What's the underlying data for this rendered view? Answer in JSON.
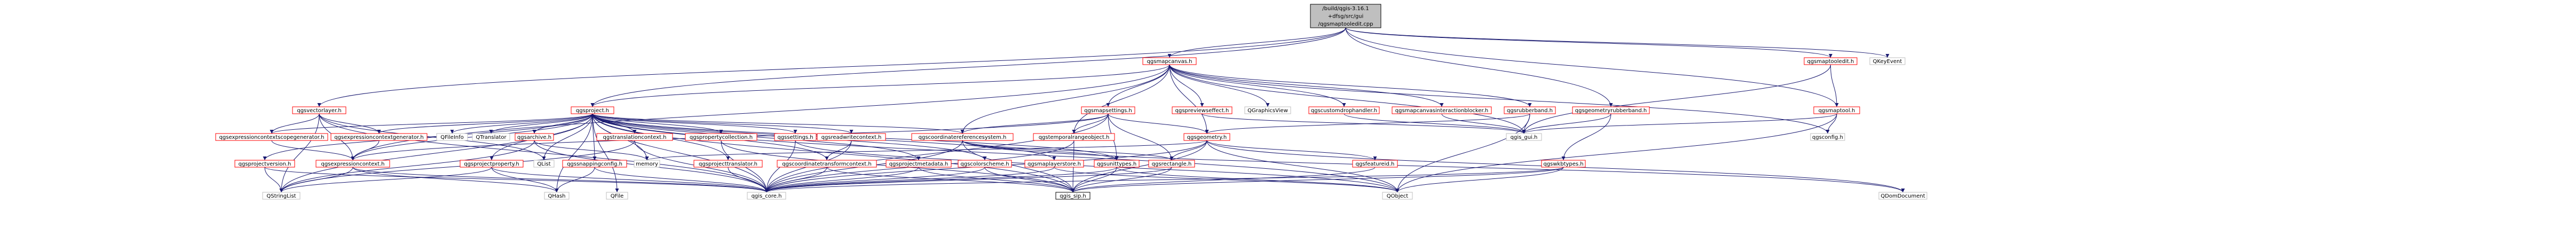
{
  "colors": {
    "edge": "#191970",
    "root_fill": "#bfbfbf",
    "root_stroke": "#000000",
    "internal_stroke": "#ff0000",
    "external_stroke": "#bfbfbf",
    "text": "#000000",
    "node_fill": "#ffffff"
  },
  "nodes": [
    {
      "id": "root",
      "lines": [
        "/build/qgis-3.16.1",
        "+dfsg/src/gui",
        "/qgsmaptooledit.cpp"
      ],
      "kind": "root"
    },
    {
      "id": "qgsmapcanvas",
      "lines": [
        "qgsmapcanvas.h"
      ],
      "kind": "internal"
    },
    {
      "id": "qgsmaptooledit",
      "lines": [
        "qgsmaptooledit.h"
      ],
      "kind": "internal"
    },
    {
      "id": "qkeyevent",
      "lines": [
        "QKeyEvent"
      ],
      "kind": "external"
    },
    {
      "id": "qgsvectorlayer",
      "lines": [
        "qgsvectorlayer.h"
      ],
      "kind": "internal"
    },
    {
      "id": "qgsproject",
      "lines": [
        "qgsproject.h"
      ],
      "kind": "internal"
    },
    {
      "id": "qgsmapsettings",
      "lines": [
        "qgsmapsettings.h"
      ],
      "kind": "internal"
    },
    {
      "id": "qgspreviewseffect",
      "lines": [
        "qgspreviewseffect.h"
      ],
      "kind": "internal"
    },
    {
      "id": "qgraphicsview",
      "lines": [
        "QGraphicsView"
      ],
      "kind": "external"
    },
    {
      "id": "qgscustomdrophandler",
      "lines": [
        "qgscustomdrophandler.h"
      ],
      "kind": "internal"
    },
    {
      "id": "qgsmapcanvasinteractionblocker",
      "lines": [
        "qgsmapcanvasinteractionblocker.h"
      ],
      "kind": "internal"
    },
    {
      "id": "qgsrubberband",
      "lines": [
        "qgsrubberband.h"
      ],
      "kind": "internal"
    },
    {
      "id": "qgsgeometryrubberband",
      "lines": [
        "qgsgeometryrubberband.h"
      ],
      "kind": "internal"
    },
    {
      "id": "qgsmaptool",
      "lines": [
        "qgsmaptool.h"
      ],
      "kind": "internal"
    },
    {
      "id": "qgsexpressioncontextscopegenerator",
      "lines": [
        "qgsexpressioncontextscopegenerator.h"
      ],
      "kind": "internal"
    },
    {
      "id": "qgsexpressioncontextgenerator",
      "lines": [
        "qgsexpressioncontextgenerator.h"
      ],
      "kind": "internal"
    },
    {
      "id": "qfileinfo",
      "lines": [
        "QFileInfo"
      ],
      "kind": "external"
    },
    {
      "id": "qtranslator",
      "lines": [
        "QTranslator"
      ],
      "kind": "external"
    },
    {
      "id": "qgsarchive",
      "lines": [
        "qgsarchive.h"
      ],
      "kind": "internal"
    },
    {
      "id": "qgstranslationcontext",
      "lines": [
        "qgstranslationcontext.h"
      ],
      "kind": "internal"
    },
    {
      "id": "qgspropertycollection",
      "lines": [
        "qgspropertycollection.h"
      ],
      "kind": "internal"
    },
    {
      "id": "qgssettings",
      "lines": [
        "qgssettings.h"
      ],
      "kind": "internal"
    },
    {
      "id": "qgsreadwritecontext",
      "lines": [
        "qgsreadwritecontext.h"
      ],
      "kind": "internal"
    },
    {
      "id": "qgscoordinatereferencesystem",
      "lines": [
        "qgscoordinatereferencesystem.h"
      ],
      "kind": "internal"
    },
    {
      "id": "qgstemporalrangeobject",
      "lines": [
        "qgstemporalrangeobject.h"
      ],
      "kind": "internal"
    },
    {
      "id": "qgsgeometry",
      "lines": [
        "qgsgeometry.h"
      ],
      "kind": "internal"
    },
    {
      "id": "qgs_gui",
      "lines": [
        "qgis_gui.h"
      ],
      "kind": "external"
    },
    {
      "id": "qgsconfig",
      "lines": [
        "qgsconfig.h"
      ],
      "kind": "external"
    },
    {
      "id": "qgsprojectversion",
      "lines": [
        "qgsprojectversion.h"
      ],
      "kind": "internal"
    },
    {
      "id": "qgsexpressioncontext",
      "lines": [
        "qgsexpressioncontext.h"
      ],
      "kind": "internal"
    },
    {
      "id": "qgsprojectproperty",
      "lines": [
        "qgsprojectproperty.h"
      ],
      "kind": "internal"
    },
    {
      "id": "qlist",
      "lines": [
        "QList"
      ],
      "kind": "external"
    },
    {
      "id": "qgssnappingconfig",
      "lines": [
        "qgssnappingconfig.h"
      ],
      "kind": "internal"
    },
    {
      "id": "memory",
      "lines": [
        "memory"
      ],
      "kind": "external"
    },
    {
      "id": "qgsprojecttranslator",
      "lines": [
        "qgsprojecttranslator.h"
      ],
      "kind": "internal"
    },
    {
      "id": "qgscoordinatetransformcontext",
      "lines": [
        "qgscoordinatetransformcontext.h"
      ],
      "kind": "internal"
    },
    {
      "id": "qgsprojectmetadata",
      "lines": [
        "qgsprojectmetadata.h"
      ],
      "kind": "internal"
    },
    {
      "id": "qgscolorscheme",
      "lines": [
        "qgscolorscheme.h"
      ],
      "kind": "internal"
    },
    {
      "id": "qgsmaplayerstore",
      "lines": [
        "qgsmaplayerstore.h"
      ],
      "kind": "internal"
    },
    {
      "id": "qgsunittypes",
      "lines": [
        "qgsunittypes.h"
      ],
      "kind": "internal"
    },
    {
      "id": "qgsrectangle",
      "lines": [
        "qgsrectangle.h"
      ],
      "kind": "internal"
    },
    {
      "id": "qgsfeatureid",
      "lines": [
        "qgsfeatureid.h"
      ],
      "kind": "internal"
    },
    {
      "id": "qgswkbtypes",
      "lines": [
        "qgswkbtypes.h"
      ],
      "kind": "internal"
    },
    {
      "id": "qstringlist",
      "lines": [
        "QStringList"
      ],
      "kind": "external"
    },
    {
      "id": "qhash",
      "lines": [
        "QHash"
      ],
      "kind": "external"
    },
    {
      "id": "qfile",
      "lines": [
        "QFile"
      ],
      "kind": "external"
    },
    {
      "id": "qgis_core",
      "lines": [
        "qgis_core.h"
      ],
      "kind": "external"
    },
    {
      "id": "qgis_sip",
      "lines": [
        "qgis_sip.h"
      ],
      "kind": "external_dark"
    },
    {
      "id": "qobject",
      "lines": [
        "QObject"
      ],
      "kind": "external"
    },
    {
      "id": "qdomdocument",
      "lines": [
        "QDomDocument"
      ],
      "kind": "external"
    }
  ],
  "edges": [
    [
      "root",
      "qgsmapcanvas"
    ],
    [
      "root",
      "qgsmaptooledit"
    ],
    [
      "root",
      "qkeyevent"
    ],
    [
      "root",
      "qgsvectorlayer"
    ],
    [
      "root",
      "qgsproject"
    ],
    [
      "root",
      "qgsgeometryrubberband"
    ],
    [
      "root",
      "qgsmaptool"
    ],
    [
      "qgsmaptooledit",
      "qgsmaptool"
    ],
    [
      "qgsmaptooledit",
      "qgs_gui"
    ],
    [
      "qgsmapcanvas",
      "qgsmapsettings"
    ],
    [
      "qgsmapcanvas",
      "qgspreviewseffect"
    ],
    [
      "qgsmapcanvas",
      "qgraphicsview"
    ],
    [
      "qgsmapcanvas",
      "qgscustomdrophandler"
    ],
    [
      "qgsmapcanvas",
      "qgsmapcanvasinteractionblocker"
    ],
    [
      "qgsmapcanvas",
      "qgsrubberband"
    ],
    [
      "qgsmapcanvas",
      "qgsproject"
    ],
    [
      "qgsmapcanvas",
      "qgs_gui"
    ],
    [
      "qgsmapcanvas",
      "qgsconfig"
    ],
    [
      "qgsmapcanvas",
      "qgsgeometry"
    ],
    [
      "qgsmapcanvas",
      "qgstemporalrangeobject"
    ],
    [
      "qgsmapcanvas",
      "qgsexpressioncontext"
    ],
    [
      "qgsmapcanvas",
      "qgscoordinatereferencesystem"
    ],
    [
      "qgsvectorlayer",
      "qgsexpressioncontextscopegenerator"
    ],
    [
      "qgsvectorlayer",
      "qgsexpressioncontextgenerator"
    ],
    [
      "qgsvectorlayer",
      "qgsexpressioncontext"
    ],
    [
      "qgsvectorlayer",
      "qgis_core"
    ],
    [
      "qgsvectorlayer",
      "qlist"
    ],
    [
      "qgsvectorlayer",
      "qstringlist"
    ],
    [
      "qgsproject",
      "qgsexpressioncontextscopegenerator"
    ],
    [
      "qgsproject",
      "qgsexpressioncontextgenerator"
    ],
    [
      "qgsproject",
      "qfileinfo"
    ],
    [
      "qgsproject",
      "qtranslator"
    ],
    [
      "qgsproject",
      "qgsarchive"
    ],
    [
      "qgsproject",
      "qgstranslationcontext"
    ],
    [
      "qgsproject",
      "qgspropertycollection"
    ],
    [
      "qgsproject",
      "qgssettings"
    ],
    [
      "qgsproject",
      "qgsreadwritecontext"
    ],
    [
      "qgsproject",
      "qgscoordinatereferencesystem"
    ],
    [
      "qgsproject",
      "qgsprojectversion"
    ],
    [
      "qgsproject",
      "qgsexpressioncontext"
    ],
    [
      "qgsproject",
      "qgsprojectproperty"
    ],
    [
      "qgsproject",
      "qlist"
    ],
    [
      "qgsproject",
      "qgssnappingconfig"
    ],
    [
      "qgsproject",
      "memory"
    ],
    [
      "qgsproject",
      "qgsprojecttranslator"
    ],
    [
      "qgsproject",
      "qgscoordinatetransformcontext"
    ],
    [
      "qgsproject",
      "qgsprojectmetadata"
    ],
    [
      "qgsproject",
      "qgscolorscheme"
    ],
    [
      "qgsproject",
      "qgsmaplayerstore"
    ],
    [
      "qgsproject",
      "qgsunittypes"
    ],
    [
      "qgsproject",
      "qgis_core"
    ],
    [
      "qgsproject",
      "qgis_sip"
    ],
    [
      "qgsproject",
      "qstringlist"
    ],
    [
      "qgsproject",
      "qhash"
    ],
    [
      "qgsproject",
      "qobject"
    ],
    [
      "qgsmapsettings",
      "qgscoordinatereferencesystem"
    ],
    [
      "qgsmapsettings",
      "qgstemporalrangeobject"
    ],
    [
      "qgsmapsettings",
      "qgsgeometry"
    ],
    [
      "qgsmapsettings",
      "qgsrectangle"
    ],
    [
      "qgsmapsettings",
      "qgis_core"
    ],
    [
      "qgsmapsettings",
      "qgsexpressioncontext"
    ],
    [
      "qgsmapsettings",
      "qgsunittypes"
    ],
    [
      "qgspreviewseffect",
      "qgs_gui"
    ],
    [
      "qgscustomdrophandler",
      "qgs_gui"
    ],
    [
      "qgsmapcanvasinteractionblocker",
      "qgs_gui"
    ],
    [
      "qgsrubberband",
      "qgs_gui"
    ],
    [
      "qgsrubberband",
      "qgsgeometry"
    ],
    [
      "qgsrubberband",
      "qobject"
    ],
    [
      "qgsgeometryrubberband",
      "qgs_gui"
    ],
    [
      "qgsgeometryrubberband",
      "qgswkbtypes"
    ],
    [
      "qgsmaptool",
      "qgs_gui"
    ],
    [
      "qgsmaptool",
      "qgsconfig"
    ],
    [
      "qgsmaptool",
      "qobject"
    ],
    [
      "qgsexpressioncontextscopegenerator",
      "qgsexpressioncontext"
    ],
    [
      "qgsexpressioncontextgenerator",
      "qgsexpressioncontext"
    ],
    [
      "qgsarchive",
      "qgis_core"
    ],
    [
      "qgsarchive",
      "memory"
    ],
    [
      "qgsarchive",
      "qstringlist"
    ],
    [
      "qgstranslationcontext",
      "qgis_core"
    ],
    [
      "qgstranslationcontext",
      "qstringlist"
    ],
    [
      "qgspropertycollection",
      "qgis_core"
    ],
    [
      "qgspropertycollection",
      "qgis_sip"
    ],
    [
      "qgssettings",
      "qgis_core"
    ],
    [
      "qgssettings",
      "qobject"
    ],
    [
      "qgsreadwritecontext",
      "qgscoordinatetransformcontext"
    ],
    [
      "qgsreadwritecontext",
      "qgis_core"
    ],
    [
      "qgscoordinatereferencesystem",
      "qgsunittypes"
    ],
    [
      "qgscoordinatereferencesystem",
      "qgsrectangle"
    ],
    [
      "qgscoordinatereferencesystem",
      "qgis_core"
    ],
    [
      "qgscoordinatereferencesystem",
      "qgis_sip"
    ],
    [
      "qgscoordinatereferencesystem",
      "qdomdocument"
    ],
    [
      "qgstemporalrangeobject",
      "qgis_core"
    ],
    [
      "qgstemporalrangeobject",
      "qgis_sip"
    ],
    [
      "qgsgeometry",
      "qgsfeatureid"
    ],
    [
      "qgsgeometry",
      "qgsrectangle"
    ],
    [
      "qgsgeometry",
      "qgis_core"
    ],
    [
      "qgsgeometry",
      "qgis_sip"
    ],
    [
      "qgsgeometry",
      "qdomdocument"
    ],
    [
      "qgsgeometry",
      "memory"
    ],
    [
      "qgsgeometry",
      "qobject"
    ],
    [
      "qgsprojectversion",
      "qgis_core"
    ],
    [
      "qgsprojectversion",
      "qstringlist"
    ],
    [
      "qgsexpressioncontext",
      "qgis_core"
    ],
    [
      "qgsexpressioncontext",
      "qhash"
    ],
    [
      "qgsexpressioncontext",
      "qstringlist"
    ],
    [
      "qgsprojectproperty",
      "qgis_core"
    ],
    [
      "qgsprojectproperty",
      "qhash"
    ],
    [
      "qgsprojectproperty",
      "qstringlist"
    ],
    [
      "qgssnappingconfig",
      "qgis_core"
    ],
    [
      "qgssnappingconfig",
      "qhash"
    ],
    [
      "qgsprojecttranslator",
      "qgis_core"
    ],
    [
      "qgscoordinatetransformcontext",
      "qgis_core"
    ],
    [
      "qgscoordinatetransformcontext",
      "qgis_sip"
    ],
    [
      "qgsprojectmetadata",
      "qgis_core"
    ],
    [
      "qgsprojectmetadata",
      "qgis_sip"
    ],
    [
      "qgscolorscheme",
      "qgis_core"
    ],
    [
      "qgscolorscheme",
      "qgis_sip"
    ],
    [
      "qgsmaplayerstore",
      "qgis_core"
    ],
    [
      "qgsmaplayerstore",
      "qobject"
    ],
    [
      "qgsunittypes",
      "qgis_core"
    ],
    [
      "qgsunittypes",
      "qgis_sip"
    ],
    [
      "qgsunittypes",
      "qobject"
    ],
    [
      "qgsrectangle",
      "qgis_core"
    ],
    [
      "qgsrectangle",
      "qgis_sip"
    ],
    [
      "qgsfeatureid",
      "qgis_sip"
    ],
    [
      "qgswkbtypes",
      "qgis_core"
    ],
    [
      "qgswkbtypes",
      "qgis_sip"
    ],
    [
      "qgswkbtypes",
      "qobject"
    ],
    [
      "qgsproject",
      "qfile"
    ]
  ]
}
